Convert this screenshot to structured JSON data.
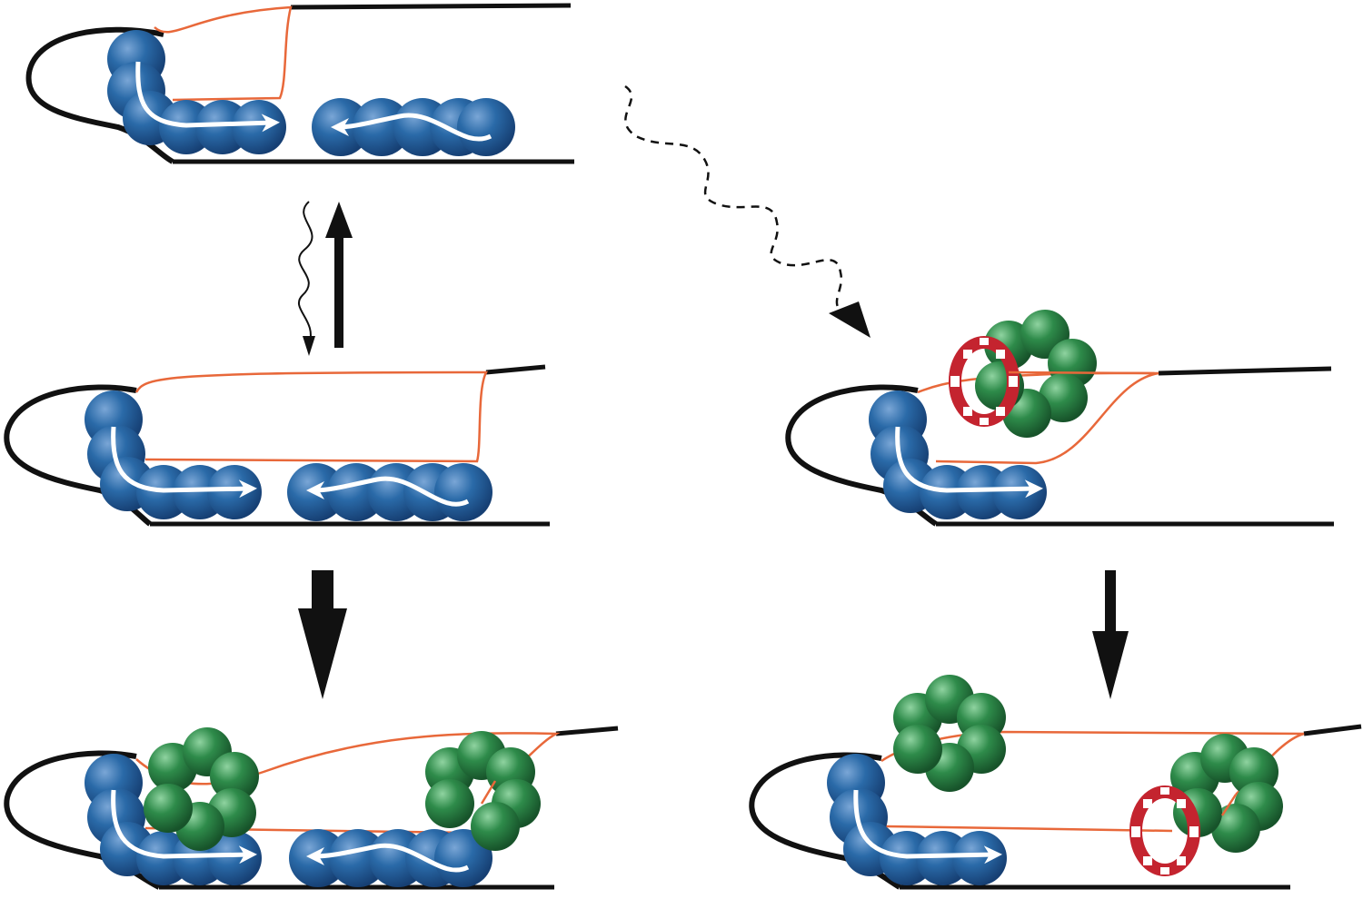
{
  "colors": {
    "background": "#ffffff",
    "dna_strand": "#111111",
    "rna_strand": "#e8683a",
    "blue_protein": "#1f5f9e",
    "blue_highlight": "#7aa6d6",
    "green_protein": "#2e8b4a",
    "green_highlight": "#8fd3a0",
    "red_ring": "#c4242f",
    "arrow": "#111111",
    "movement_arrow": "#ffffff"
  },
  "panels": [
    {
      "id": "top-left",
      "state": "blue proteins bound, open loop",
      "green_rings": 0,
      "red_ring": false
    },
    {
      "id": "middle-left",
      "state": "blue proteins bound, extended loop",
      "green_rings": 0,
      "red_ring": false
    },
    {
      "id": "bottom-left",
      "state": "two green rings loaded",
      "green_rings": 2,
      "red_ring": false
    },
    {
      "id": "middle-right",
      "state": "green ring with red ring",
      "green_rings": 1,
      "red_ring": true
    },
    {
      "id": "bottom-right",
      "state": "green rings translocated with red ring",
      "green_rings": 2,
      "red_ring": true
    }
  ],
  "transitions": [
    {
      "from": "top-left",
      "to": "middle-left",
      "style": "wavy-arrow"
    },
    {
      "from": "middle-left",
      "to": "top-left",
      "style": "solid-arrow"
    },
    {
      "from": "middle-left",
      "to": "bottom-left",
      "style": "bold-arrow"
    },
    {
      "from": "top-left",
      "to": "middle-right",
      "style": "dashed-wavy-arrow"
    },
    {
      "from": "middle-right",
      "to": "bottom-right",
      "style": "solid-arrow"
    }
  ]
}
